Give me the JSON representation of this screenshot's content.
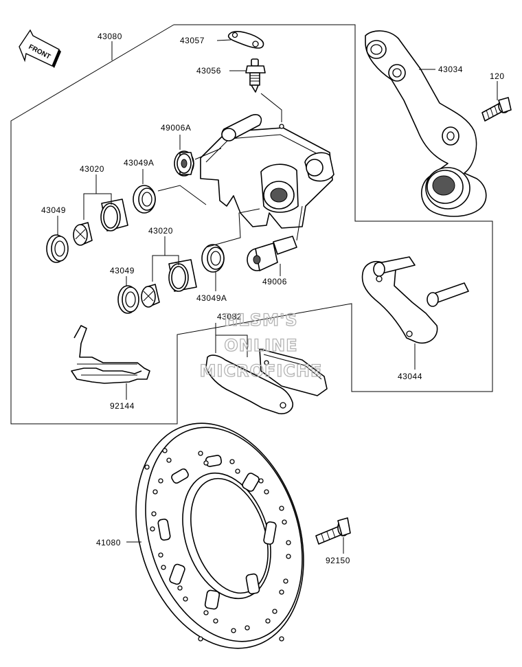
{
  "front_arrow": {
    "label": "FRONT"
  },
  "labels": {
    "43080": "43080",
    "43057": "43057",
    "43056": "43056",
    "43034": "43034",
    "120": "120",
    "49006A": "49006A",
    "43020_top": "43020",
    "43049A_top": "43049A",
    "43049_top": "43049",
    "43020_bottom": "43020",
    "49006": "49006",
    "43049_bottom": "43049",
    "43049A_bottom": "43049A",
    "43082": "43082",
    "43044": "43044",
    "92144": "92144",
    "41080": "41080",
    "92150": "92150"
  },
  "watermark": {
    "line1": "HLSM'S",
    "line2": "ONLINE",
    "line3": "MICROFICHE"
  }
}
